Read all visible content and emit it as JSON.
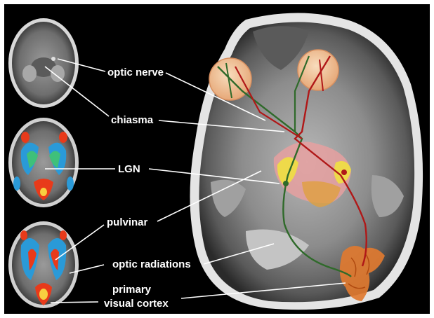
{
  "labels": {
    "optic_nerve": "optic nerve",
    "chiasma": "chiasma",
    "lgn": "LGN",
    "pulvinar": "pulvinar",
    "optic_radiations": "optic radiations",
    "primary_visual_cortex_line1": "primary",
    "primary_visual_cortex_line2": "visual cortex"
  },
  "colors": {
    "background": "#000000",
    "label_text": "#ffffff",
    "leader_line": "#ffffff",
    "left_pathway": "#2f6a2a",
    "right_pathway": "#b01818",
    "eyeball": "#f2c8a0",
    "lgn_region": "#f0e040",
    "pulvinar_region": "#e6a0a0",
    "visual_cortex": "#e07a30",
    "fmri_hot": "#e83a1a",
    "fmri_cold": "#2a9ad8"
  },
  "icons": {
    "mri_top": "axial-mri-slice-icon",
    "mri_middle": "fmri-slice-icon",
    "mri_bottom": "fmri-slice-icon"
  }
}
